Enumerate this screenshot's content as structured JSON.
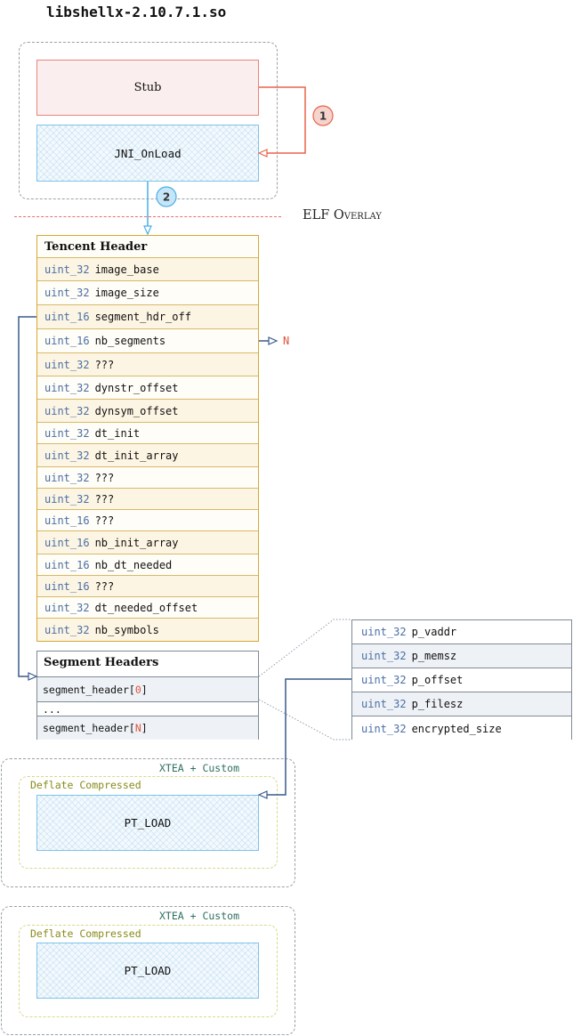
{
  "title": "libshellx-2.10.7.1.so",
  "stub_label": "Stub",
  "jni_label": "JNI_OnLoad",
  "step1": "1",
  "step2": "2",
  "elf_overlay_label": "ELF Overlay",
  "tencent_header": {
    "title": "Tencent Header",
    "fields": [
      {
        "type": "uint_32",
        "name": "image_base"
      },
      {
        "type": "uint_32",
        "name": "image_size"
      },
      {
        "type": "uint_16",
        "name": "segment_hdr_off"
      },
      {
        "type": "uint_16",
        "name": "nb_segments"
      },
      {
        "type": "uint_32",
        "name": "???"
      },
      {
        "type": "uint_32",
        "name": "dynstr_offset"
      },
      {
        "type": "uint_32",
        "name": "dynsym_offset"
      },
      {
        "type": "uint_32",
        "name": "dt_init"
      },
      {
        "type": "uint_32",
        "name": "dt_init_array"
      },
      {
        "type": "uint_32",
        "name": "???"
      },
      {
        "type": "uint_32",
        "name": "???"
      },
      {
        "type": "uint_16",
        "name": "???"
      },
      {
        "type": "uint_16",
        "name": "nb_init_array"
      },
      {
        "type": "uint_16",
        "name": "nb_dt_needed"
      },
      {
        "type": "uint_16",
        "name": "???"
      },
      {
        "type": "uint_32",
        "name": "dt_needed_offset"
      },
      {
        "type": "uint_32",
        "name": "nb_symbols"
      }
    ],
    "nb_segments_target": "N"
  },
  "segment_headers": {
    "title": "Segment Headers",
    "row0_prefix": "segment_header[",
    "row0_index": "0",
    "row0_suffix": "]",
    "ellipsis": "...",
    "rowN_prefix": "segment_header[",
    "rowN_index": "N",
    "rowN_suffix": "]"
  },
  "program_header": {
    "fields": [
      {
        "type": "uint_32",
        "name": "p_vaddr"
      },
      {
        "type": "uint_32",
        "name": "p_memsz"
      },
      {
        "type": "uint_32",
        "name": "p_offset"
      },
      {
        "type": "uint_32",
        "name": "p_filesz"
      },
      {
        "type": "uint_32",
        "name": "encrypted_size"
      }
    ]
  },
  "segments": [
    {
      "encryption_label": "XTEA + Custom",
      "compression_label": "Deflate Compressed",
      "content_label": "PT_LOAD"
    },
    {
      "encryption_label": "XTEA + Custom",
      "compression_label": "Deflate Compressed",
      "content_label": "PT_LOAD"
    }
  ],
  "colors": {
    "stub_fill": "#fbeeee",
    "stub_border": "#e8857a",
    "arrow_red": "#e8644a",
    "arrow_blue": "#4aaee8",
    "arrow_navy": "#3a5a8c",
    "header_border": "#d4a935",
    "header_fill_a": "#fdf5e3",
    "header_fill_b": "#fffdf8",
    "segment_fill": "#f4f6f8",
    "xtea_text": "#2f7060",
    "deflate_text": "#8a8a1a"
  }
}
